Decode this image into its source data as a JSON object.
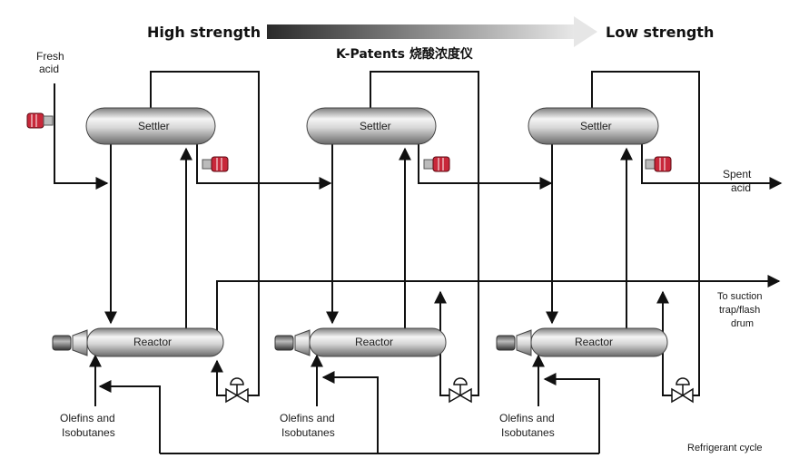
{
  "header": {
    "high": "High strength",
    "low": "Low strength",
    "brand": "K-Patents 烧酸浓度仪"
  },
  "vessels": {
    "settler": "Settler",
    "reactor": "Reactor"
  },
  "labels": {
    "fresh_line1": "Fresh",
    "fresh_line2": "acid",
    "spent_line1": "Spent",
    "spent_line2": "acid",
    "suction_line1": "To suction",
    "suction_line2": "trap/flash",
    "suction_line3": "drum",
    "feed_line1": "Olefins and",
    "feed_line2_first": "Isobutanes",
    "feed_line2": "Isobutanes",
    "refrigerant": "Refrigerant cycle"
  },
  "colors": {
    "line": "#111111",
    "sensor": "#c8283a",
    "vessel_light": "#f2f2f2",
    "vessel_dark": "#8a8a8a"
  }
}
